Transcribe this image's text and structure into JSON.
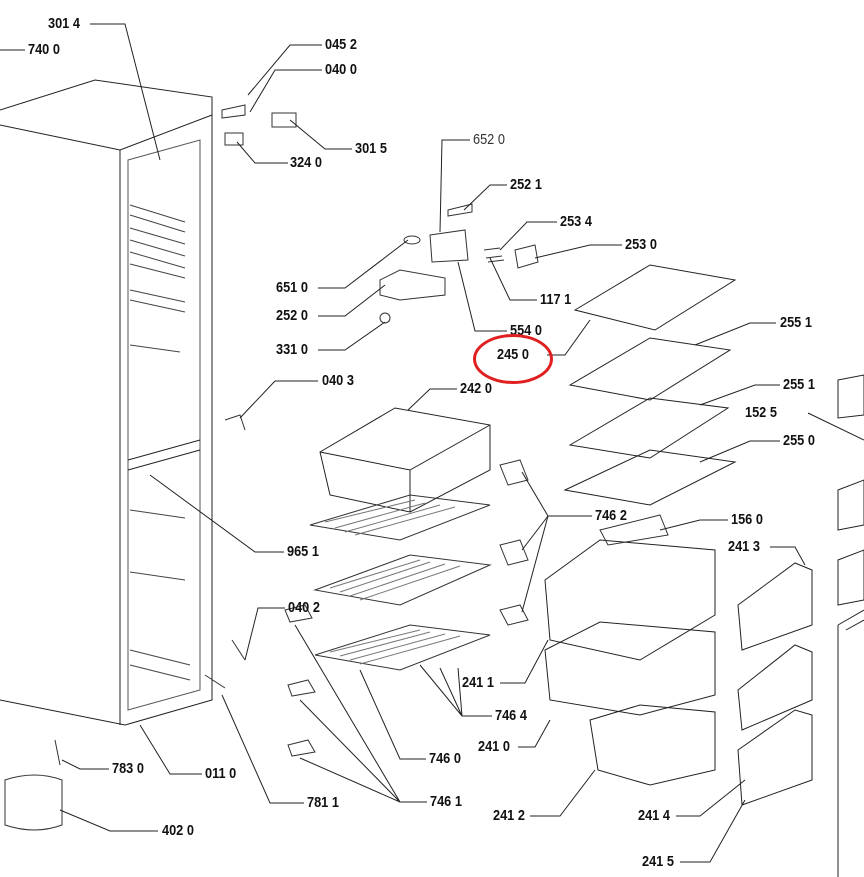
{
  "diagram": {
    "type": "exploded-parts-view",
    "highlight_color": "#e02020",
    "highlighted_part": "245 0",
    "labels": [
      "301 4",
      "740 0",
      "045 2",
      "040 0",
      "301 5",
      "324 0",
      "652 0",
      "252 1",
      "253 4",
      "253 0",
      "651 0",
      "252 0",
      "117 1",
      "554 0",
      "331 0",
      "245 0",
      "255 1",
      "255 1",
      "152 5",
      "255 0",
      "040 3",
      "242 0",
      "746 2",
      "156 0",
      "241 3",
      "965 1",
      "040 2",
      "241 1",
      "746 4",
      "241 0",
      "746 0",
      "783 0",
      "011 0",
      "781 1",
      "746 1",
      "241 2",
      "241 4",
      "402 0",
      "241 5"
    ]
  }
}
